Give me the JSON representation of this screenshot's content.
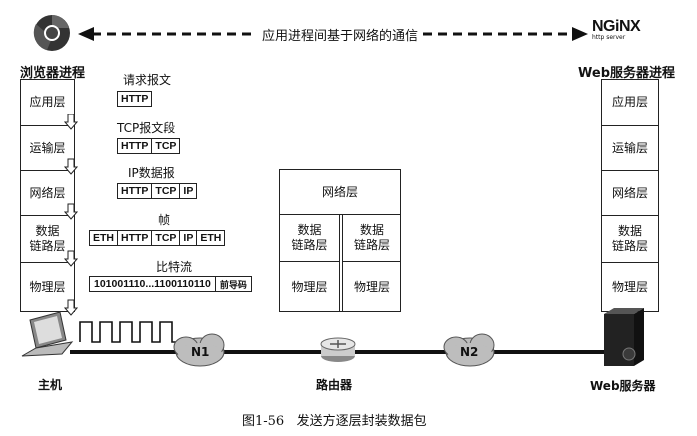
{
  "top": {
    "comm_label": "应用进程间基于网络的通信",
    "nginx_logo": "NGiNX",
    "nginx_sub": "http server"
  },
  "browser": {
    "title": "浏览器进程",
    "layers": [
      "应用层",
      "运输层",
      "网络层",
      "数据\n链路层",
      "物理层"
    ],
    "host_label": "主机"
  },
  "server": {
    "title": "Web服务器进程",
    "layers": [
      "应用层",
      "运输层",
      "网络层",
      "数据\n链路层",
      "物理层"
    ],
    "host_label": "Web服务器"
  },
  "packets": {
    "request_label": "请求报文",
    "request_cells": [
      "HTTP"
    ],
    "tcp_label": "TCP报文段",
    "tcp_cells": [
      "HTTP",
      "TCP"
    ],
    "ip_label": "IP数据报",
    "ip_cells": [
      "HTTP",
      "TCP",
      "IP"
    ],
    "frame_label": "帧",
    "frame_cells": [
      "ETH",
      "HTTP",
      "TCP",
      "IP",
      "ETH"
    ],
    "bits_label": "比特流",
    "bits_value": "101001110...1100110110",
    "preamble": "前导码"
  },
  "router": {
    "network_layer": "网络层",
    "datalink_left": "数据\n链路层",
    "datalink_right": "数据\n链路层",
    "physical_left": "物理层",
    "physical_right": "物理层",
    "label": "路由器"
  },
  "networks": {
    "n1": "N1",
    "n2": "N2"
  },
  "caption": "图1-56   发送方逐层封装数据包"
}
